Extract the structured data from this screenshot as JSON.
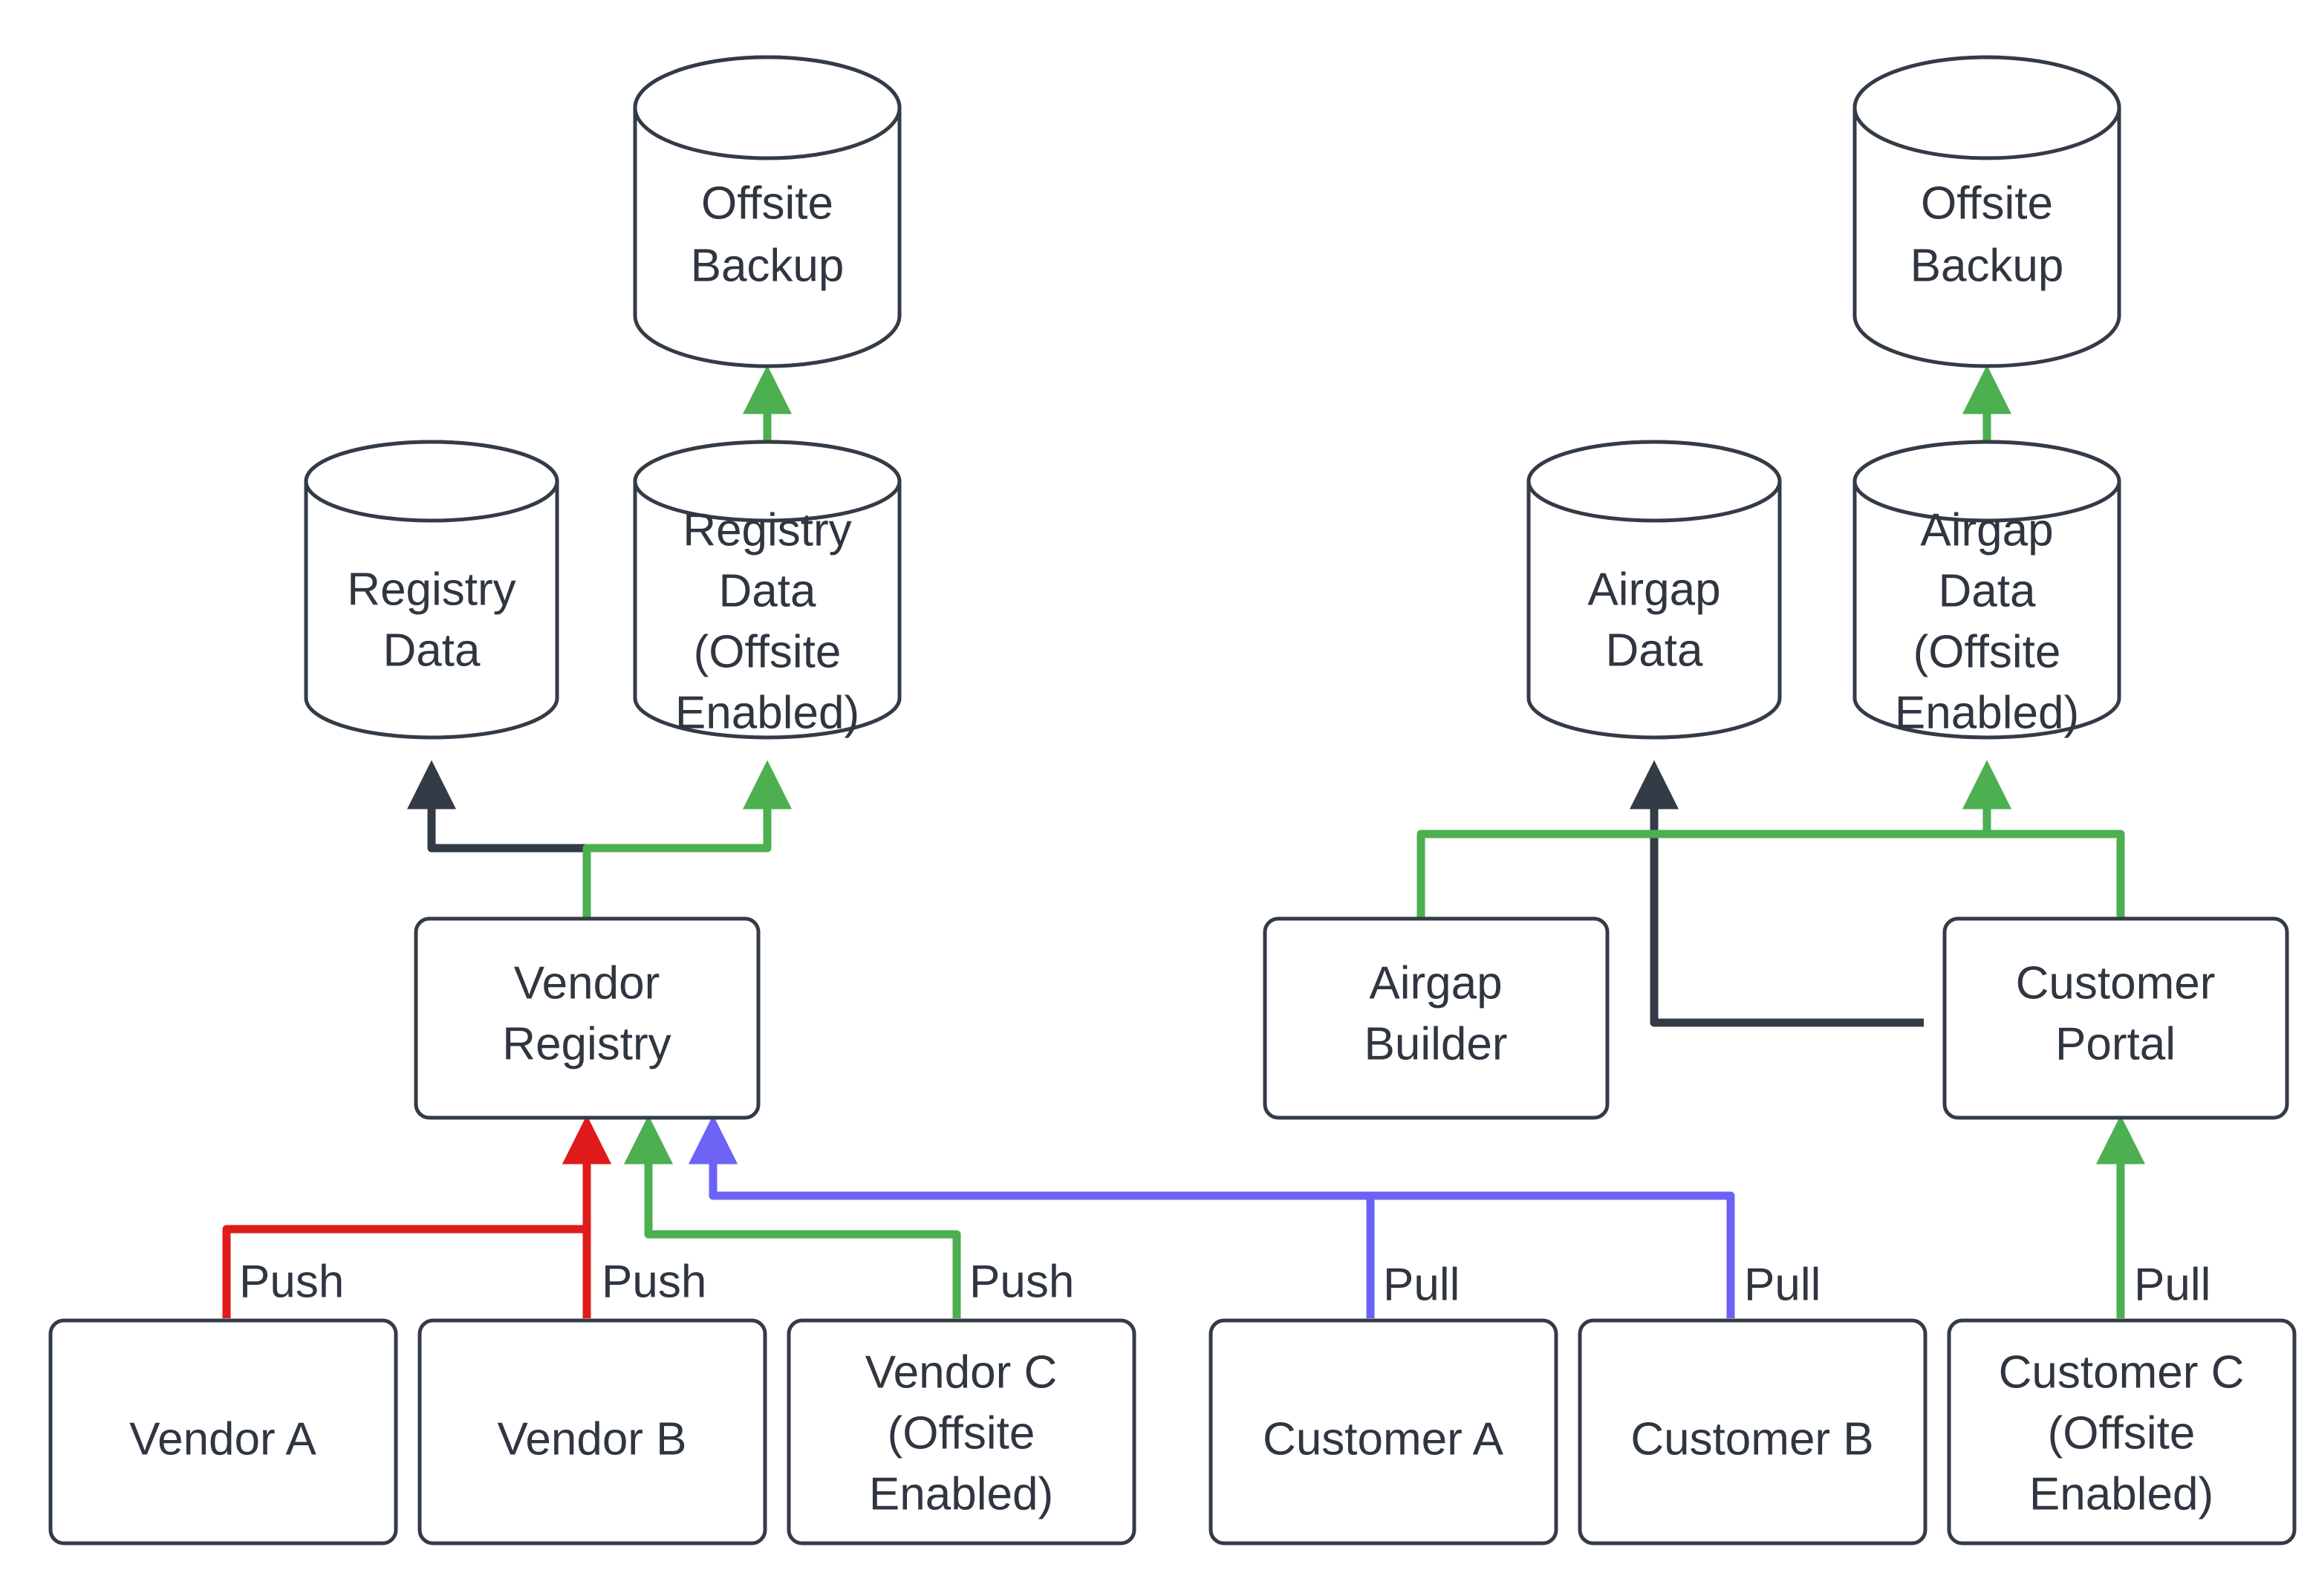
{
  "diagram": {
    "type": "flowchart",
    "title": "Vendor Registry and Customer Portal Offsite Backup Flow",
    "colors": {
      "node_stroke": "#333b47",
      "node_fill": "#ffffff",
      "text": "#2f3640",
      "edge_default": "#333b47",
      "edge_green": "#4caf50",
      "edge_red": "#e01b1b",
      "edge_blue": "#6c63f5",
      "background": "#ffffff"
    },
    "nodes": {
      "offsite_backup_left": {
        "label_line1": "Offsite",
        "label_line2": "Backup",
        "shape": "cylinder"
      },
      "offsite_backup_right": {
        "label_line1": "Offsite",
        "label_line2": "Backup",
        "shape": "cylinder"
      },
      "registry_data": {
        "label_line1": "Registry",
        "label_line2": "Data",
        "shape": "cylinder"
      },
      "registry_data_offsite": {
        "label_line1": "Registry",
        "label_line2": "Data",
        "label_line3": "(Offsite",
        "label_line4": "Enabled)",
        "shape": "cylinder"
      },
      "airgap_data": {
        "label_line1": "Airgap",
        "label_line2": "Data",
        "shape": "cylinder"
      },
      "airgap_data_offsite": {
        "label_line1": "Airgap",
        "label_line2": "Data",
        "label_line3": "(Offsite",
        "label_line4": "Enabled)",
        "shape": "cylinder"
      },
      "vendor_registry": {
        "label_line1": "Vendor",
        "label_line2": "Registry",
        "shape": "rounded-rect"
      },
      "airgap_builder": {
        "label_line1": "Airgap",
        "label_line2": "Builder",
        "shape": "rounded-rect"
      },
      "customer_portal": {
        "label_line1": "Customer",
        "label_line2": "Portal",
        "shape": "rounded-rect"
      },
      "vendor_a": {
        "label_line1": "Vendor A",
        "shape": "rounded-rect"
      },
      "vendor_b": {
        "label_line1": "Vendor B",
        "shape": "rounded-rect"
      },
      "vendor_c": {
        "label_line1": "Vendor C",
        "label_line2": "(Offsite",
        "label_line3": "Enabled)",
        "shape": "rounded-rect"
      },
      "customer_a": {
        "label_line1": "Customer A",
        "shape": "rounded-rect"
      },
      "customer_b": {
        "label_line1": "Customer B",
        "shape": "rounded-rect"
      },
      "customer_c": {
        "label_line1": "Customer C",
        "label_line2": "(Offsite",
        "label_line3": "Enabled)",
        "shape": "rounded-rect"
      }
    },
    "edge_labels": {
      "vendor_a_push": "Push",
      "vendor_b_push": "Push",
      "vendor_c_push": "Push",
      "customer_a_pull": "Pull",
      "customer_b_pull": "Pull",
      "customer_c_pull": "Pull"
    },
    "edges": [
      {
        "from": "registry_data_offsite",
        "to": "offsite_backup_left",
        "color": "edge_green",
        "label": ""
      },
      {
        "from": "airgap_data_offsite",
        "to": "offsite_backup_right",
        "color": "edge_green",
        "label": ""
      },
      {
        "from": "vendor_registry",
        "to": "registry_data",
        "color": "edge_default",
        "label": ""
      },
      {
        "from": "vendor_registry",
        "to": "registry_data_offsite",
        "color": "edge_green",
        "label": ""
      },
      {
        "from": "customer_portal",
        "to": "airgap_data",
        "color": "edge_default",
        "label": ""
      },
      {
        "from": "airgap_builder",
        "to": "airgap_data_offsite",
        "color": "edge_green",
        "label": ""
      },
      {
        "from": "customer_portal",
        "to": "airgap_data_offsite",
        "color": "edge_green",
        "label": ""
      },
      {
        "from": "vendor_a",
        "to": "vendor_registry",
        "color": "edge_red",
        "label": "Push"
      },
      {
        "from": "vendor_b",
        "to": "vendor_registry",
        "color": "edge_red",
        "label": "Push"
      },
      {
        "from": "vendor_c",
        "to": "vendor_registry",
        "color": "edge_green",
        "label": "Push"
      },
      {
        "from": "customer_a",
        "to": "vendor_registry",
        "color": "edge_blue",
        "label": "Pull"
      },
      {
        "from": "customer_b",
        "to": "vendor_registry",
        "color": "edge_blue",
        "label": "Pull"
      },
      {
        "from": "customer_c",
        "to": "customer_portal",
        "color": "edge_green",
        "label": "Pull"
      }
    ]
  }
}
